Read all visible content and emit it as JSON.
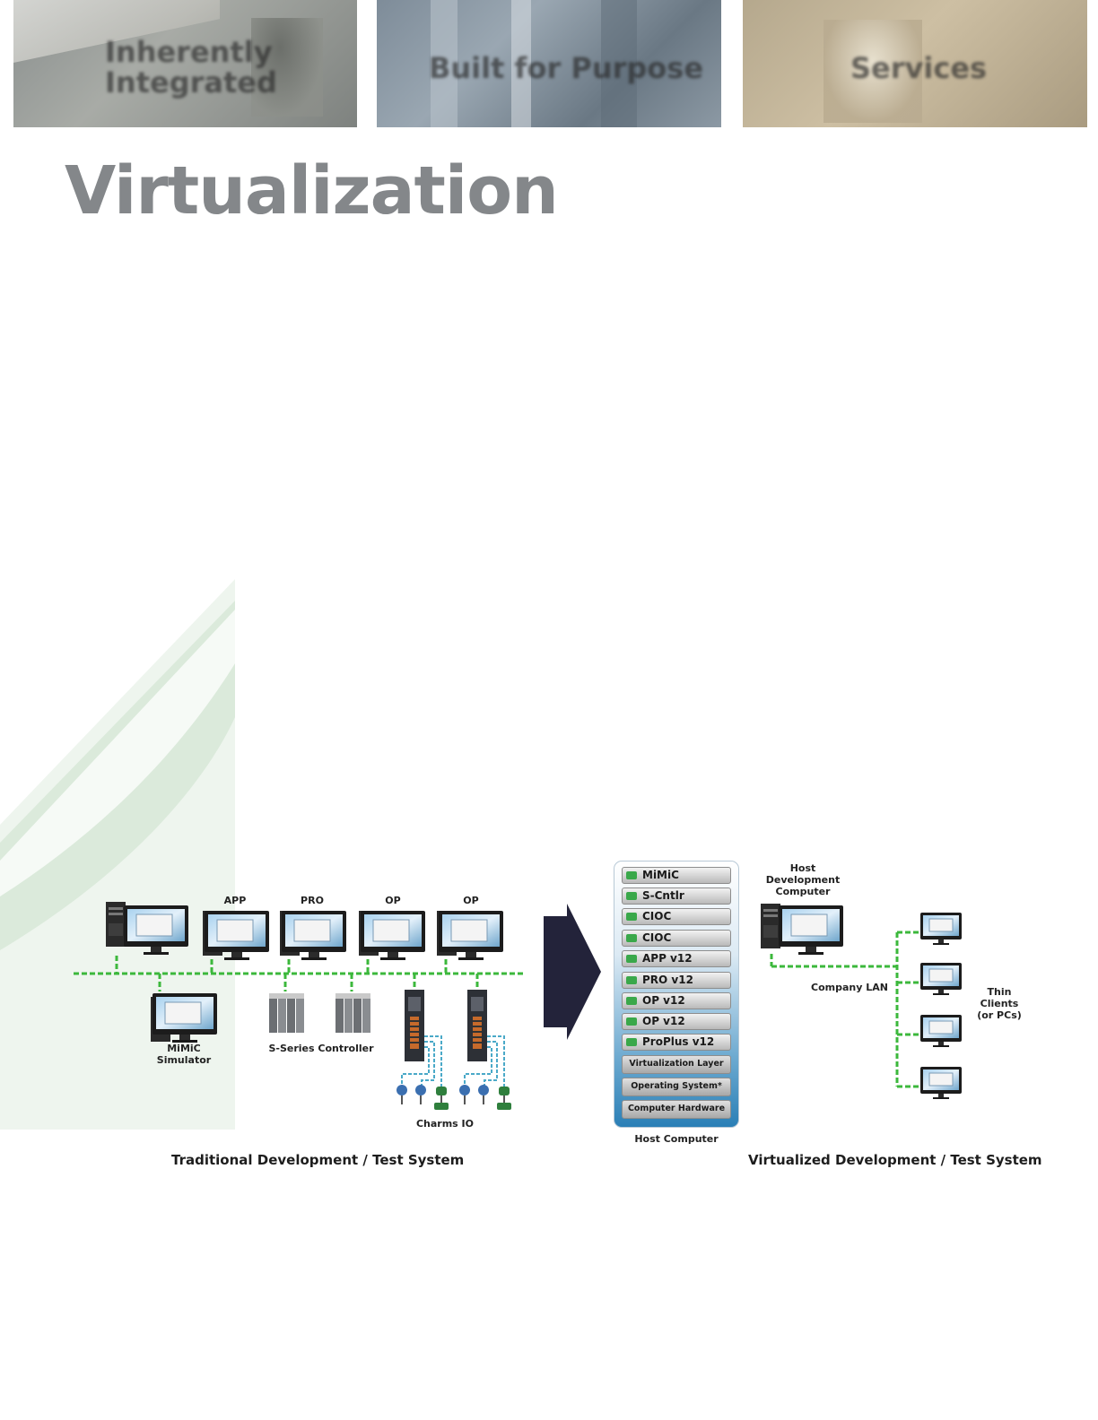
{
  "banners": [
    {
      "text_line1": "Inherently",
      "text_line2": "Integrated"
    },
    {
      "text_line1": "Built for Purpose"
    },
    {
      "text_line1": "Services"
    }
  ],
  "page_title": "Virtualization",
  "traditional": {
    "workstation_labels": [
      "APP",
      "PRO",
      "OP",
      "OP"
    ],
    "simulator_label_line1": "MiMiC",
    "simulator_label_line2": "Simulator",
    "controller_label": "S-Series Controller",
    "charms_label": "Charms IO",
    "caption": "Traditional Development / Test System"
  },
  "virtualized": {
    "host_stack_apps": [
      "MiMiC",
      "S-Cntlr",
      "CIOC",
      "CIOC",
      "APP v12",
      "PRO v12",
      "OP v12",
      "OP v12",
      "ProPlus v12"
    ],
    "host_stack_layers": [
      "Virtualization Layer",
      "Operating System*",
      "Computer Hardware"
    ],
    "host_computer_label": "Host Computer",
    "host_dev_line1": "Host",
    "host_dev_line2": "Development",
    "host_dev_line3": "Computer",
    "company_lan_label": "Company LAN",
    "thin_clients_line1": "Thin",
    "thin_clients_line2": "Clients",
    "thin_clients_line3": "(or PCs)",
    "caption": "Virtualized Development / Test System"
  },
  "colors": {
    "network_green": "#3cb83c",
    "arrow_navy": "#23233a",
    "title_gray": "#84878a",
    "swoosh_green": "#d8ead9"
  }
}
